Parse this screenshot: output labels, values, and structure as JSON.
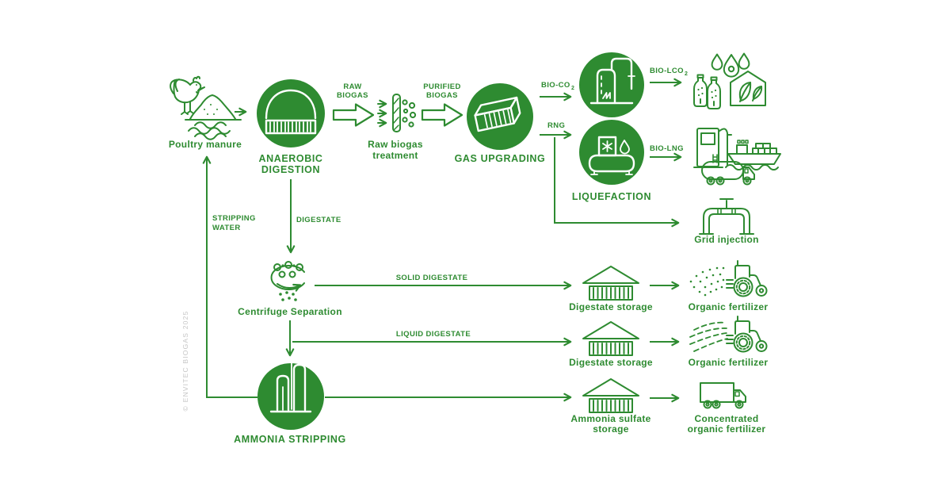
{
  "colors": {
    "green": "#2e8b31",
    "background": "#ffffff",
    "copyright_gray": "#c6c6c6"
  },
  "copyright": "© ENVITEC BIOGAS 2025",
  "nodes": {
    "poultry_manure": {
      "label": "Poultry manure",
      "icon": "chicken-manure-icon"
    },
    "anaerobic_digestion": {
      "line1": "ANAEROBIC",
      "line2": "DIGESTION",
      "icon": "digester-dome-icon"
    },
    "raw_biogas_treatment": {
      "line1": "Raw biogas",
      "line2": "treatment",
      "icon": "filter-icon"
    },
    "gas_upgrading": {
      "label": "GAS UPGRADING",
      "icon": "container-icon"
    },
    "co2_liquefaction": {
      "icon": "co2-vessel-icon"
    },
    "liquefaction": {
      "label": "LIQUEFACTION",
      "icon": "cryo-tank-icon"
    },
    "bio_lco2_uses": {
      "icons": [
        "water-drops-icon",
        "bottles-icon",
        "greenhouse-icon"
      ]
    },
    "bio_lng_uses": {
      "icons": [
        "fuel-pump-icon",
        "ship-icon",
        "tanker-truck-icon"
      ]
    },
    "grid_injection": {
      "label": "Grid injection",
      "icon": "pipe-valve-icon"
    },
    "centrifuge_separation": {
      "label": "Centrifuge Separation",
      "icon": "centrifuge-icon"
    },
    "digestate_storage_solid": {
      "label": "Digestate storage",
      "icon": "storage-barn-icon"
    },
    "organic_fertilizer_solid": {
      "label": "Organic fertilizer",
      "icon": "tractor-dots-icon"
    },
    "digestate_storage_liquid": {
      "label": "Digestate storage",
      "icon": "storage-barn-icon"
    },
    "organic_fertilizer_liquid": {
      "label": "Organic fertilizer",
      "icon": "tractor-dashes-icon"
    },
    "ammonia_stripping": {
      "label": "AMMONIA STRIPPING",
      "icon": "stripping-columns-icon"
    },
    "ammonia_sulfate_storage": {
      "line1": "Ammonia sulfate",
      "line2": "storage",
      "icon": "storage-barn-icon"
    },
    "concentrated_organic_fertilizer": {
      "line1": "Concentrated",
      "line2": "organic fertilizer",
      "icon": "box-truck-icon"
    }
  },
  "flows": {
    "raw_biogas": {
      "line1": "RAW",
      "line2": "BIOGAS"
    },
    "purified_biogas": {
      "line1": "PURIFIED",
      "line2": "BIOGAS"
    },
    "bio_co2": {
      "base": "BIO-CO",
      "sub": "2"
    },
    "bio_lco2": {
      "base": "BIO-LCO",
      "sub": "2"
    },
    "rng": {
      "label": "RNG"
    },
    "bio_lng": {
      "label": "BIO-LNG"
    },
    "digestate": {
      "label": "DIGESTATE"
    },
    "stripping_water": {
      "line1": "STRIPPING",
      "line2": "WATER"
    },
    "solid_digestate": {
      "label": "SOLID DIGESTATE"
    },
    "liquid_digestate": {
      "label": "LIQUID DIGESTATE"
    }
  }
}
